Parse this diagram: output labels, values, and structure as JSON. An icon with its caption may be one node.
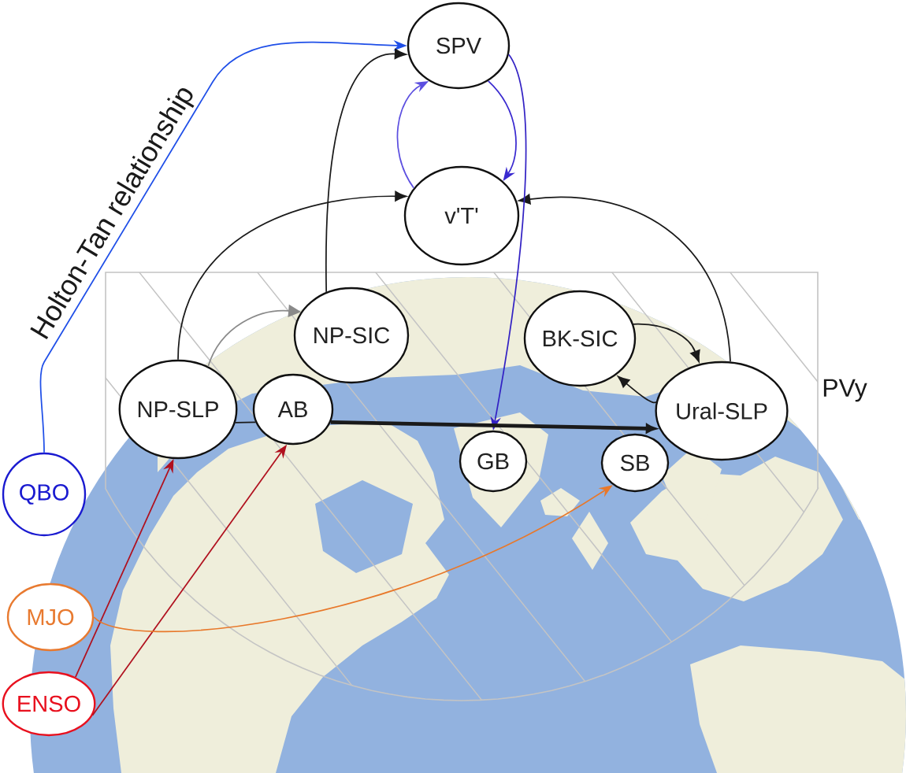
{
  "diagram": {
    "nodes": [
      {
        "text": [
          "SPV"
        ]
      },
      {
        "text": [
          "v'T'"
        ]
      },
      {
        "text": [
          "NP-SIC"
        ]
      },
      {
        "text": [
          "BK-SIC"
        ]
      },
      {
        "text": [
          "NP-SLP"
        ]
      },
      {
        "text": [
          "AB"
        ]
      },
      {
        "text": [
          "Ural-SLP"
        ]
      },
      {
        "text": [
          "GB"
        ]
      },
      {
        "text": [
          "SB"
        ]
      },
      {
        "text": [
          "QBO"
        ]
      },
      {
        "text": [
          "MJO"
        ]
      },
      {
        "text": [
          "ENSO"
        ]
      }
    ],
    "edges": [
      {
        "from": 9,
        "to": 0,
        "arrow": "to",
        "label": "Holton-Tan relationship",
        "color": "#1f4fe8"
      },
      {
        "from": 2,
        "to": 0,
        "arrow": "to"
      },
      {
        "from": 4,
        "to": 1,
        "arrow": "to"
      },
      {
        "from": 4,
        "to": 2,
        "arrow": "to",
        "color": "#8a8a8a"
      },
      {
        "from": 6,
        "to": 1,
        "arrow": "to"
      },
      {
        "from": 0,
        "to": 1,
        "arrow": "to",
        "color": "#3a2ad0"
      },
      {
        "from": 1,
        "to": 0,
        "arrow": "to",
        "color": "#5c4fe0"
      },
      {
        "from": 0,
        "to": 7,
        "arrow": "to",
        "color": "#3322c4"
      },
      {
        "from": 4,
        "to": 5,
        "arrow": "none"
      },
      {
        "from": 5,
        "to": 6,
        "arrow": "to",
        "style": "thick"
      },
      {
        "from": 3,
        "to": 6,
        "arrow": "to"
      },
      {
        "from": 6,
        "to": 3,
        "arrow": "to"
      },
      {
        "from": 11,
        "to": 4,
        "arrow": "to",
        "color": "#b0101e"
      },
      {
        "from": 11,
        "to": 5,
        "arrow": "to",
        "color": "#b0101e"
      },
      {
        "from": 10,
        "to": 8,
        "arrow": "to",
        "color": "#e8782a"
      }
    ],
    "labels": [
      "PVy"
    ]
  }
}
